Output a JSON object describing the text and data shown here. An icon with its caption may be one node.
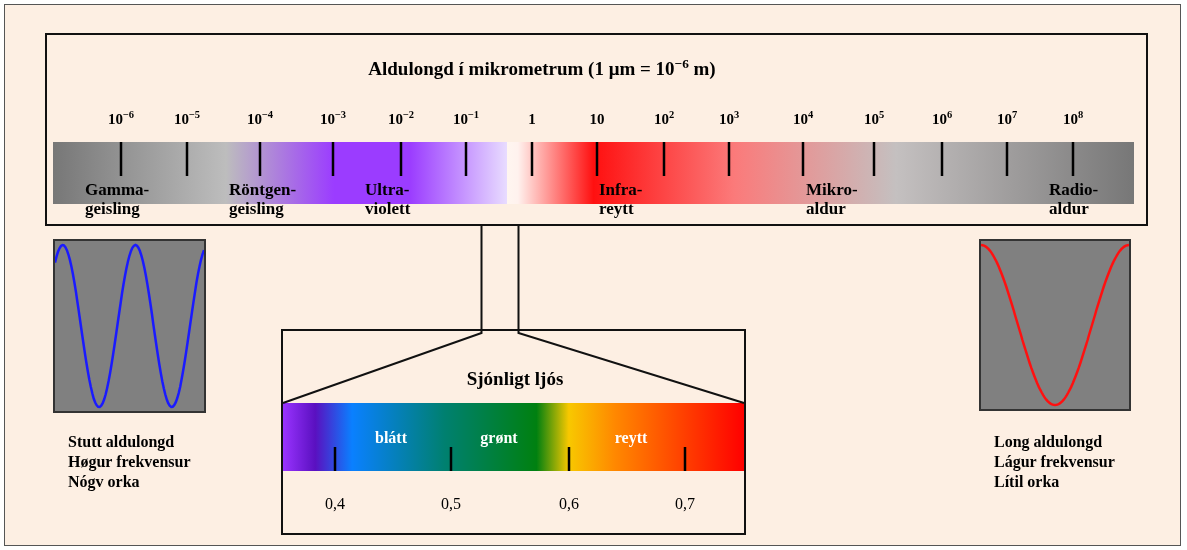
{
  "diagram": {
    "nodes": [
      {
        "text": [
          "Aldulongd í mikrometrum (1 μm = 10$^{−6}$ m)"
        ]
      },
      {
        "text": [
          "Sjónligt ljós"
        ]
      },
      {
        "text": [],
        "shape": "box",
        "beside": [
          "Stutt aldulongd",
          "Høgur frekvensur",
          "Nógv orka"
        ]
      },
      {
        "text": [],
        "shape": "box",
        "beside": [
          "Long aldulongd",
          "Lágur frekvensur",
          "Lítil orka"
        ]
      }
    ],
    "edges": [
      {
        "from": 0,
        "to": 1,
        "arrow": "none"
      }
    ],
    "labels": [
      "10$^{−6}$",
      "10$^{−5}$",
      "10$^{−4}$",
      "10$^{−3}$",
      "10$^{−2}$",
      "10$^{−1}$",
      "1",
      "10",
      "10$^{2}$",
      "10$^{3}$",
      "10$^{4}$",
      "10$^{5}$",
      "10$^{6}$",
      "10$^{7}$",
      "10$^{8}$",
      "Gamma- geisling",
      "Röntgen- geisling",
      "Ultra- violett",
      "Infra- reytt",
      "Mikro- aldur",
      "Radio- aldur",
      "blátt",
      "grønt",
      "reytt",
      "0,4",
      "0,5",
      "0,6",
      "0,7"
    ]
  }
}
